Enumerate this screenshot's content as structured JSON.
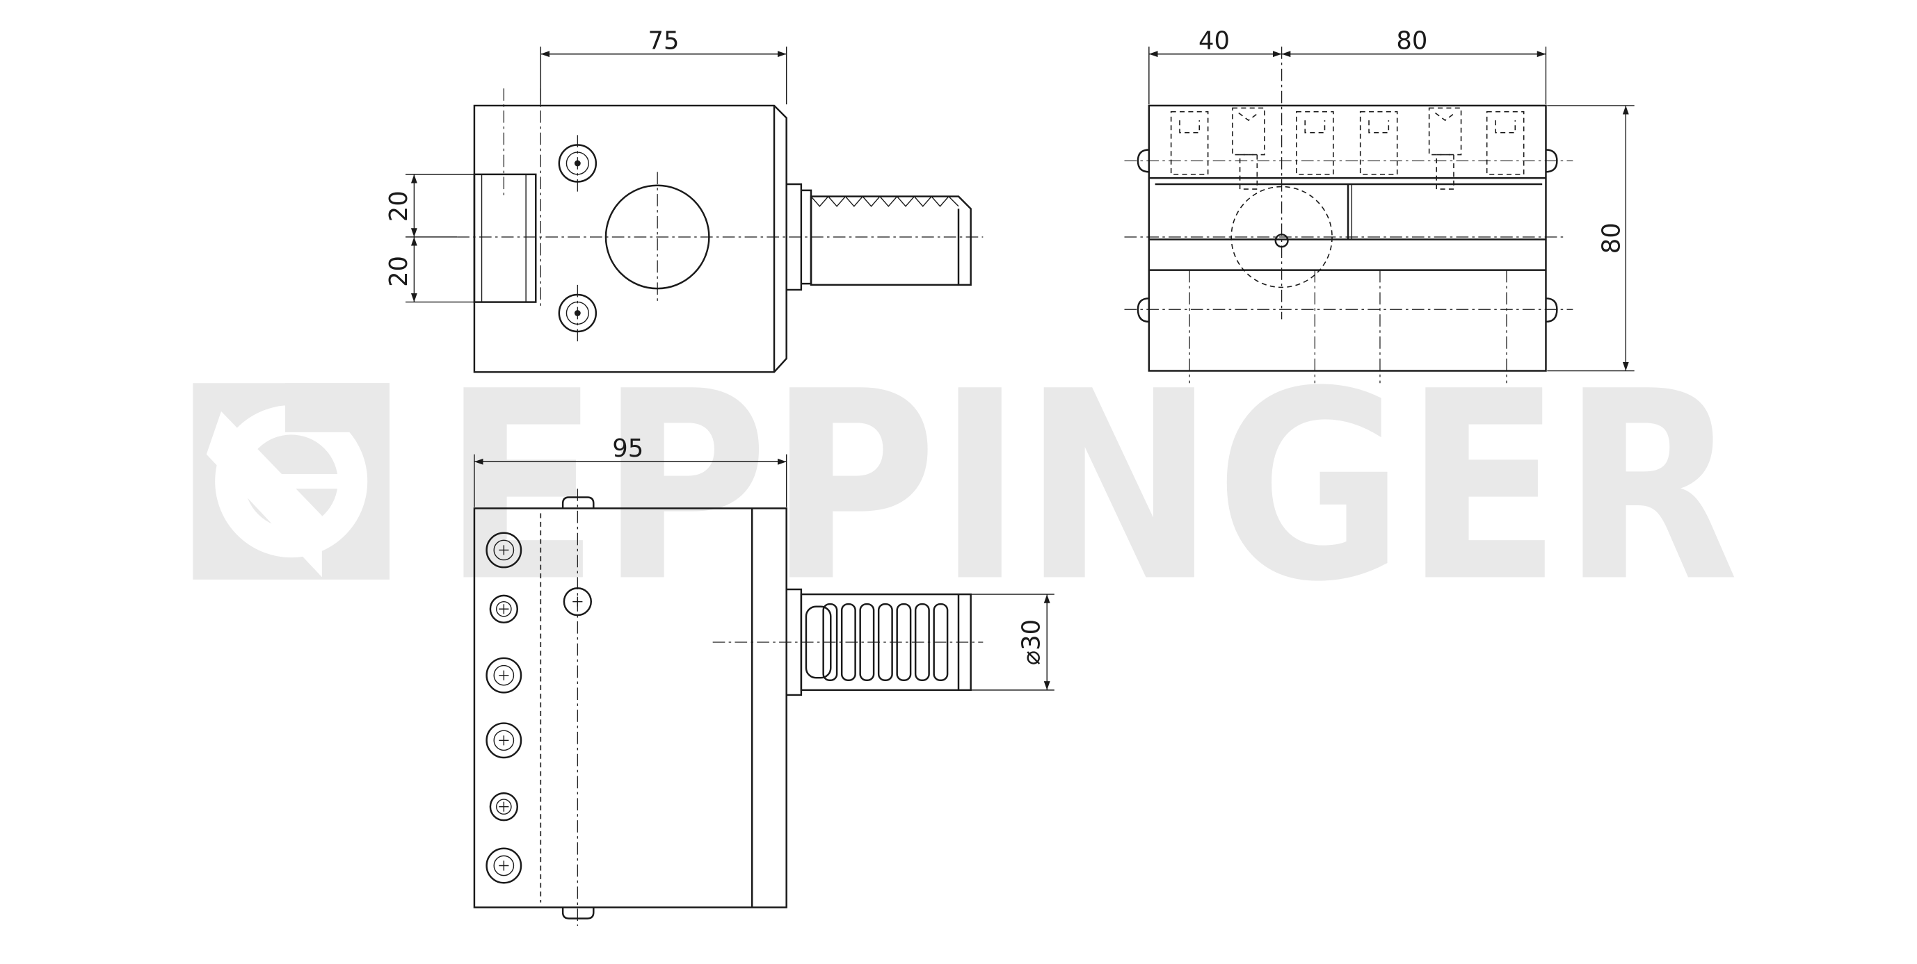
{
  "watermark": {
    "text": "EPPINGER",
    "color": "#e9e9e9"
  },
  "line_color": "#1a1a1a",
  "front_view": {
    "dim_width": "75",
    "dim_upper": "20",
    "dim_lower": "20"
  },
  "side_view": {
    "dim_left": "40",
    "dim_right": "80",
    "dim_height": "80"
  },
  "top_view": {
    "dim_width": "95",
    "dim_shank_diameter": "⌀30"
  }
}
